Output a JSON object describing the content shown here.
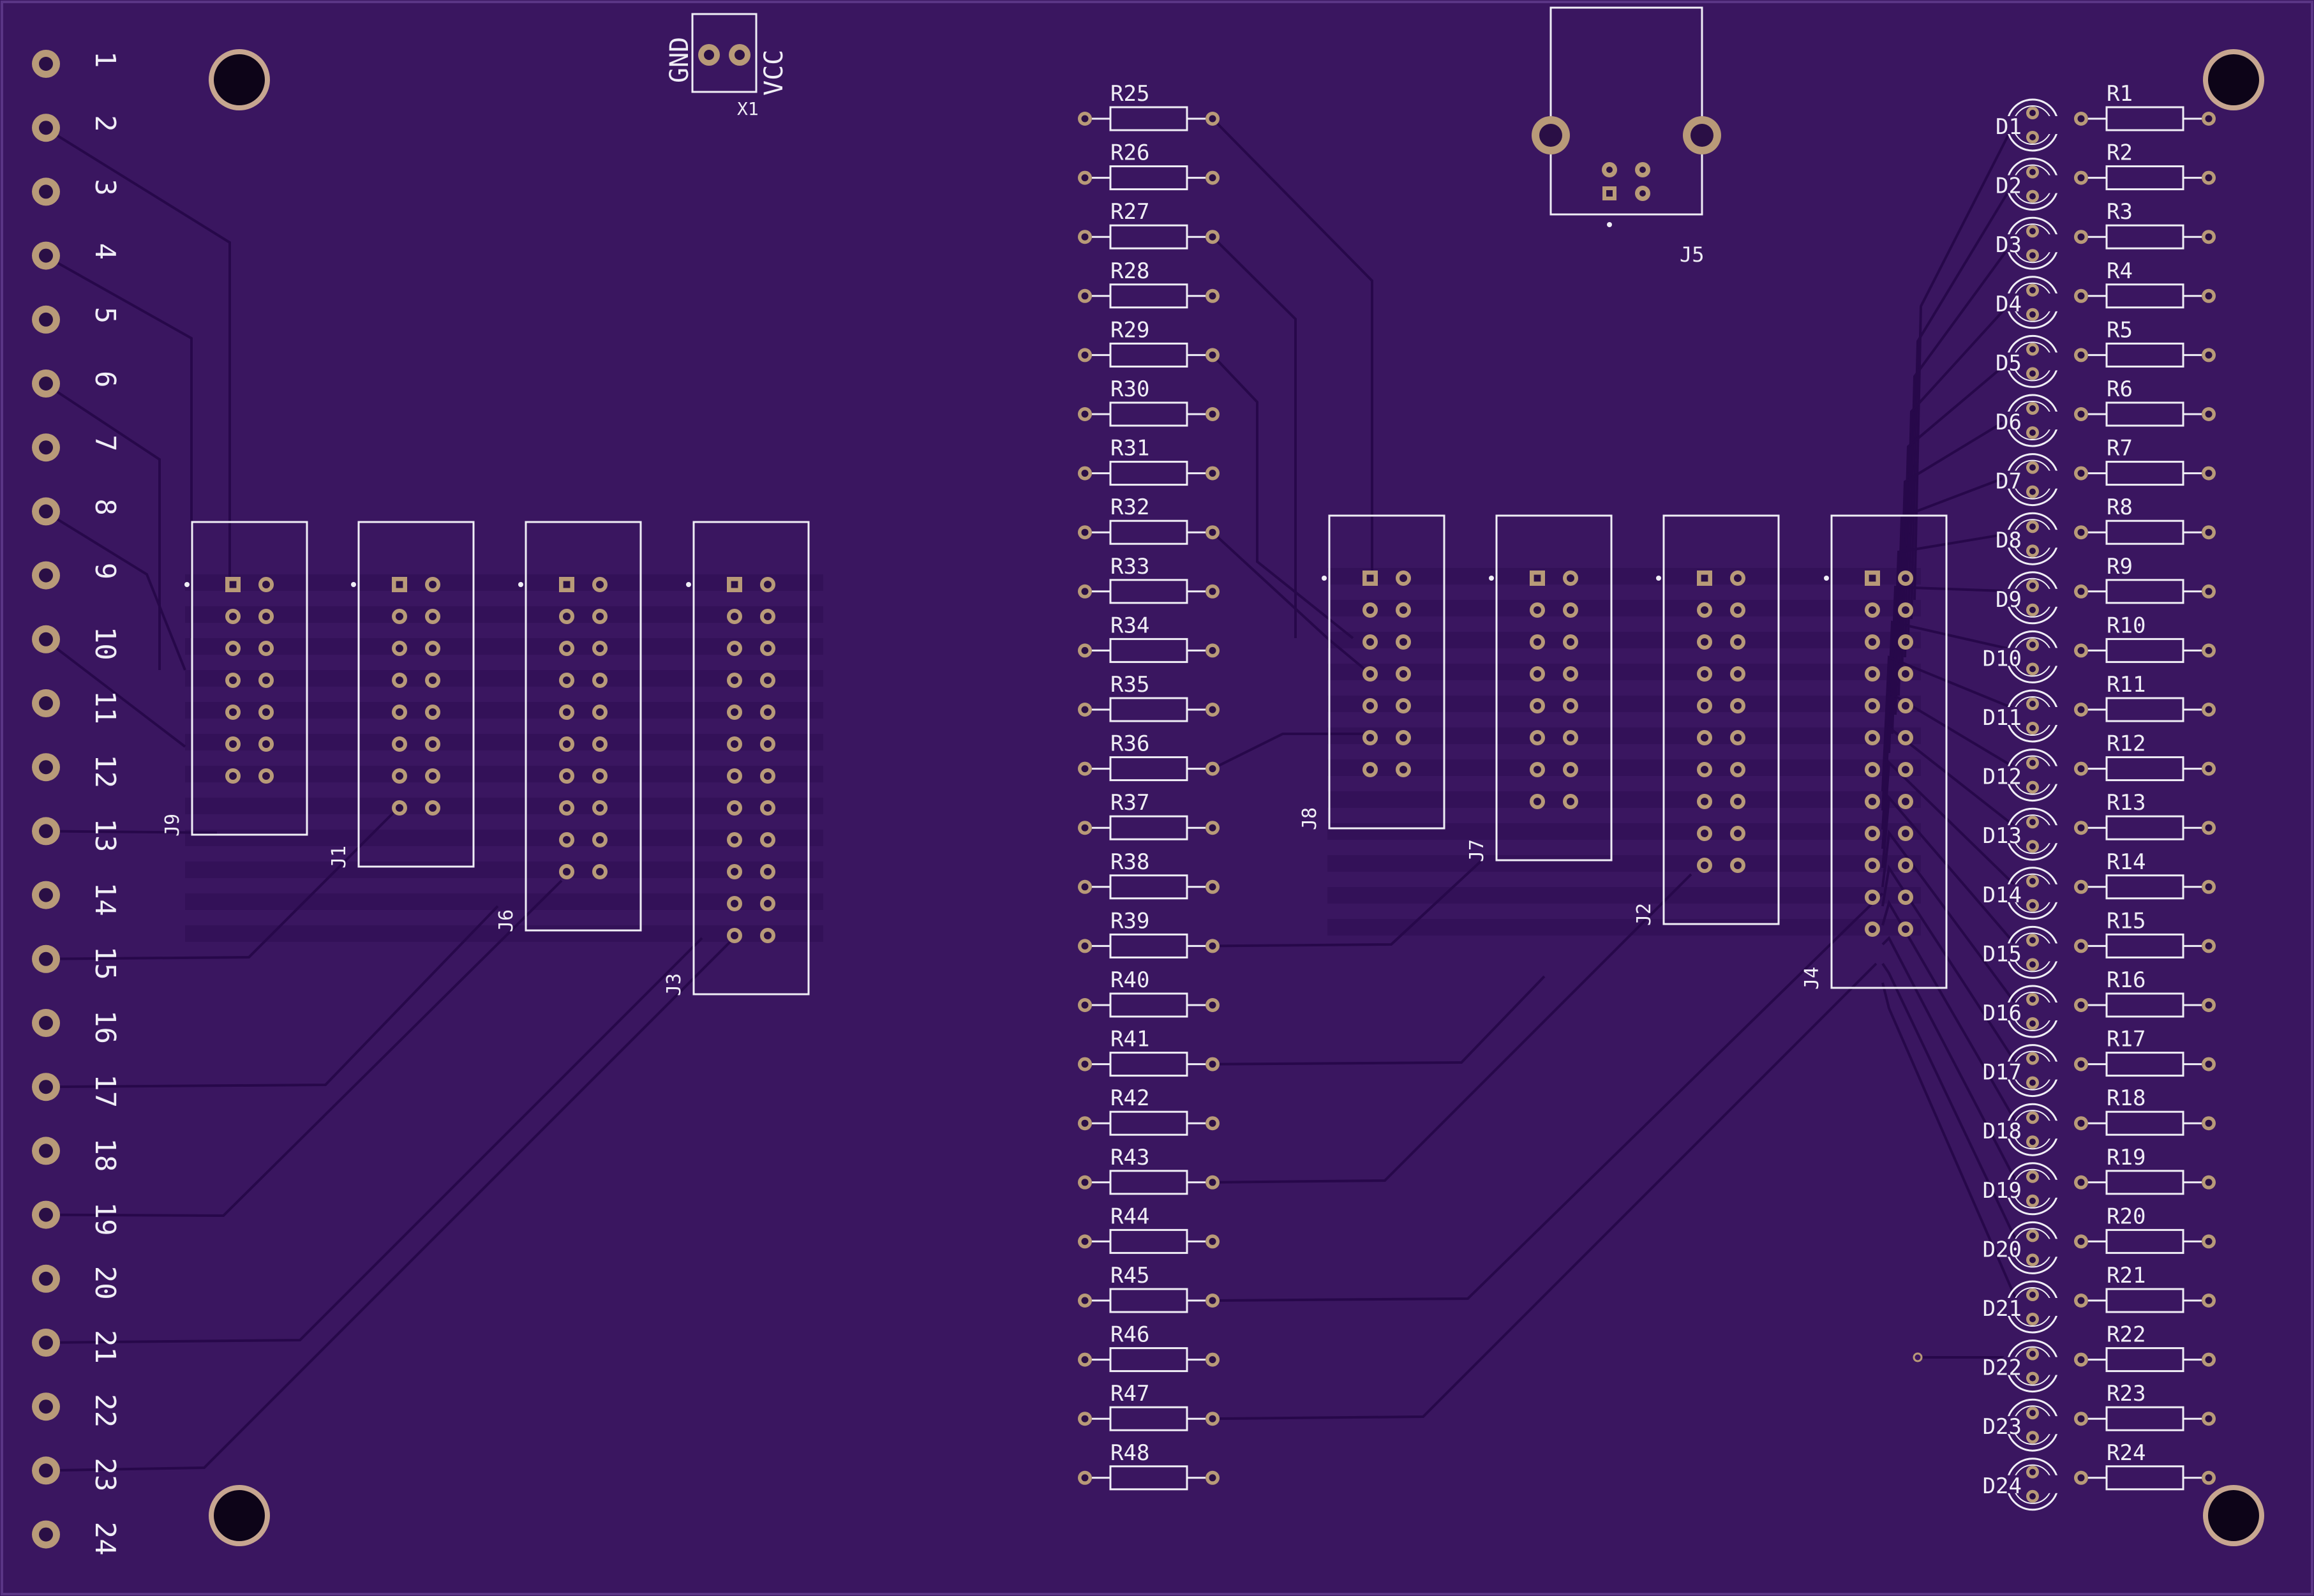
{
  "colors": {
    "board": "#3a1660",
    "trace": "#27084a",
    "silk": "#f0eef6",
    "pad": "#b89a78",
    "hole": "#2a0f45"
  },
  "edge_pin_labels": [
    "1",
    "2",
    "3",
    "4",
    "5",
    "6",
    "7",
    "8",
    "9",
    "10",
    "11",
    "12",
    "13",
    "14",
    "15",
    "16",
    "17",
    "18",
    "19",
    "20",
    "21",
    "22",
    "23",
    "24"
  ],
  "power_connector": {
    "ref": "X1",
    "gnd_label": "GND",
    "vcc_label": "VCC"
  },
  "usb_connector": {
    "ref": "J5"
  },
  "headers_left": [
    {
      "ref": "J9",
      "rows": 7
    },
    {
      "ref": "J1",
      "rows": 8
    },
    {
      "ref": "J6",
      "rows": 10
    },
    {
      "ref": "J3",
      "rows": 12
    }
  ],
  "headers_right": [
    {
      "ref": "J8",
      "rows": 7
    },
    {
      "ref": "J7",
      "rows": 8
    },
    {
      "ref": "J2",
      "rows": 10
    },
    {
      "ref": "J4",
      "rows": 12
    }
  ],
  "resistors_left": [
    "R25",
    "R26",
    "R27",
    "R28",
    "R29",
    "R30",
    "R31",
    "R32",
    "R33",
    "R34",
    "R35",
    "R36",
    "R37",
    "R38",
    "R39",
    "R40",
    "R41",
    "R42",
    "R43",
    "R44",
    "R45",
    "R46",
    "R47",
    "R48"
  ],
  "resistors_right": [
    "R1",
    "R2",
    "R3",
    "R4",
    "R5",
    "R6",
    "R7",
    "R8",
    "R9",
    "R10",
    "R11",
    "R12",
    "R13",
    "R14",
    "R15",
    "R16",
    "R17",
    "R18",
    "R19",
    "R20",
    "R21",
    "R22",
    "R23",
    "R24"
  ],
  "leds": [
    "D1",
    "D2",
    "D3",
    "D4",
    "D5",
    "D6",
    "D7",
    "D8",
    "D9",
    "D10",
    "D11",
    "D12",
    "D13",
    "D14",
    "D15",
    "D16",
    "D17",
    "D18",
    "D19",
    "D20",
    "D21",
    "D22",
    "D23",
    "D24"
  ]
}
